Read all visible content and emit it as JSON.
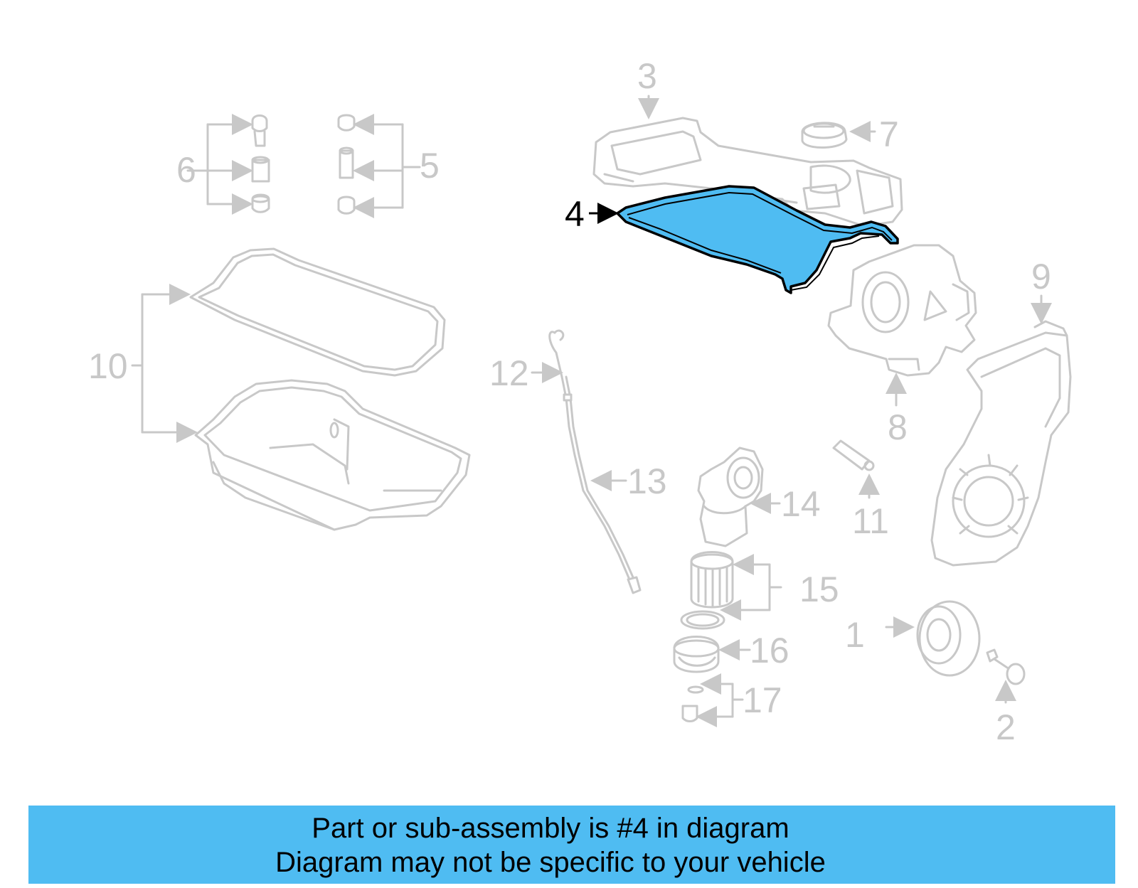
{
  "callouts": {
    "c1": "1",
    "c2": "2",
    "c3": "3",
    "c4": "4",
    "c5": "5",
    "c6": "6",
    "c7": "7",
    "c8": "8",
    "c9": "9",
    "c10": "10",
    "c11": "11",
    "c12": "12",
    "c13": "13",
    "c14": "14",
    "c15": "15",
    "c16": "16",
    "c17": "17"
  },
  "highlighted_part": "4",
  "colors": {
    "highlight_fill": "#4fbcf2",
    "highlight_outline": "#000000",
    "inactive_part": "#c8c8c8",
    "caption_background": "#4fbcf2"
  },
  "caption": {
    "line1": "Part or sub-assembly is #4 in diagram",
    "line2": "Diagram may not be specific to your vehicle"
  }
}
